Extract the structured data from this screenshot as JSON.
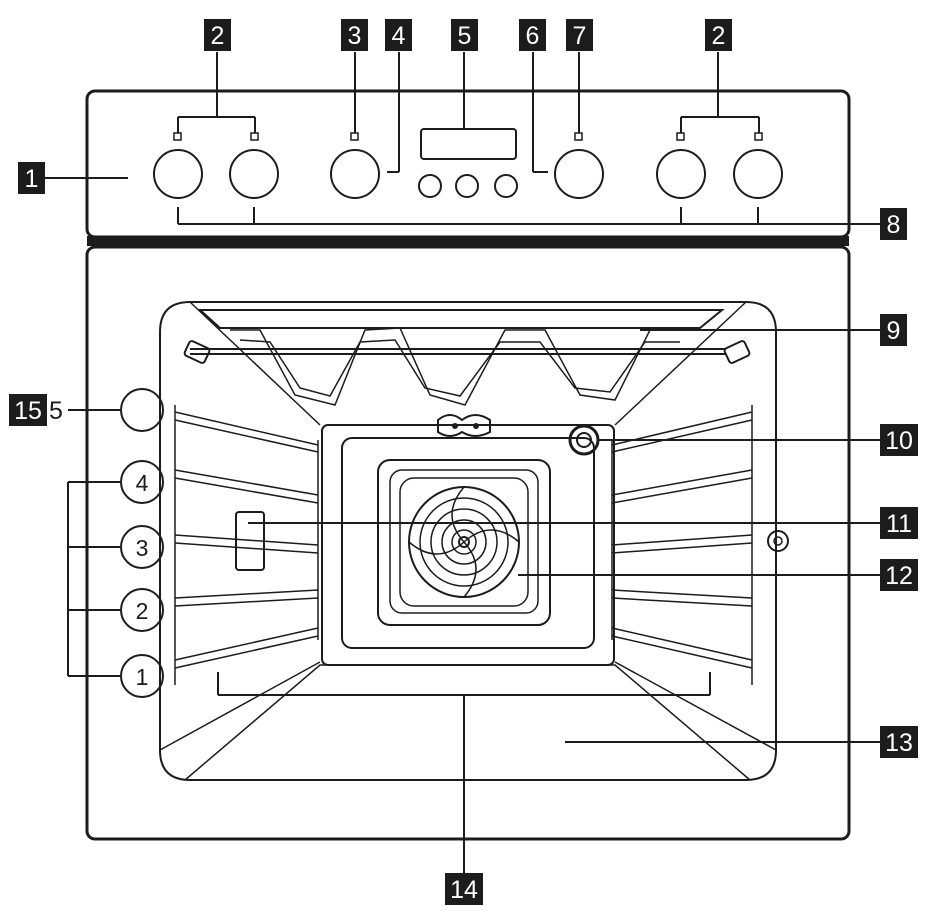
{
  "callouts": {
    "c1": "1",
    "c2_left": "2",
    "c3": "3",
    "c4": "4",
    "c5": "5",
    "c6": "6",
    "c7": "7",
    "c2_right": "2",
    "c8": "8",
    "c9": "9",
    "c10": "10",
    "c11": "11",
    "c12": "12",
    "c13": "13",
    "c14": "14",
    "c15": "15"
  },
  "shelf_positions": {
    "top": "5",
    "p4": "4",
    "p3": "3",
    "p2": "2",
    "p1": "1"
  },
  "colors": {
    "ink": "#1c1c1c",
    "paper": "#ffffff"
  }
}
